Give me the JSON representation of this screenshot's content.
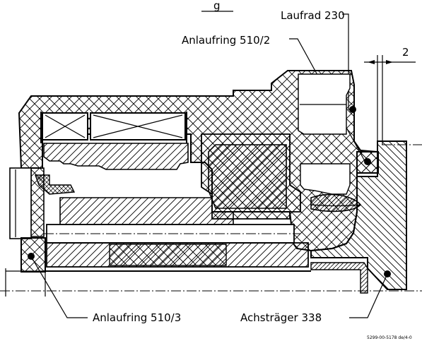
{
  "labels": {
    "top_partial": "g",
    "laufrad": "Laufrad 230",
    "anlaufring_510_2": "Anlaufring 510/2",
    "dimension": "2",
    "anlaufring_510_3": "Anlaufring 510/3",
    "achstraeger": "Achsträger 338",
    "drawing_number": "5299-00-5178 de/4-0"
  }
}
